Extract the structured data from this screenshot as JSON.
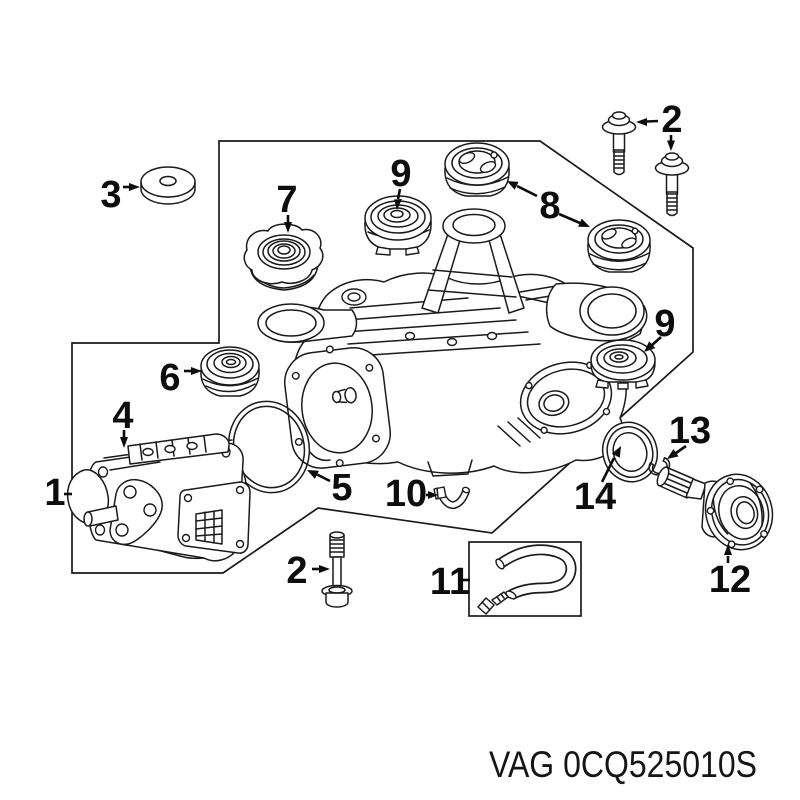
{
  "diagram": {
    "caption": "VAG 0CQ525010S",
    "line_color": "#1a1a1a",
    "background": "#ffffff",
    "callouts": {
      "c1": "1",
      "c2_top": "2",
      "c2_bottom": "2",
      "c3": "3",
      "c4": "4",
      "c5": "5",
      "c6": "6",
      "c7": "7",
      "c8": "8",
      "c9_top": "9",
      "c9_right": "9",
      "c10": "10",
      "c11": "11",
      "c12": "12",
      "c13": "13",
      "c14": "14"
    }
  }
}
